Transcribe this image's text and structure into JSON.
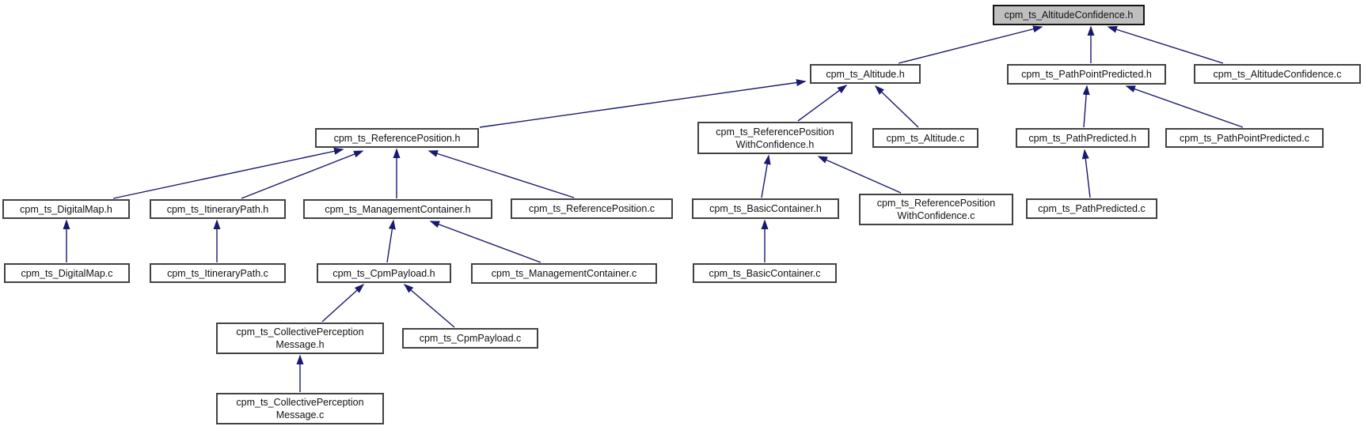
{
  "graph": {
    "title": "cpm_ts_AltitudeConfidence.h include dependency graph",
    "colors": {
      "edge": "#191970",
      "node_border": "#424242",
      "highlight_fill": "#bfbfbf",
      "node_fill": "#ffffff",
      "text": "#111111"
    },
    "nodes": [
      {
        "id": "altconf_h",
        "lines": [
          "cpm_ts_AltitudeConfidence.h"
        ],
        "highlighted": true
      },
      {
        "id": "altitude_h",
        "lines": [
          "cpm_ts_Altitude.h"
        ],
        "highlighted": false
      },
      {
        "id": "ppp_h",
        "lines": [
          "cpm_ts_PathPointPredicted.h"
        ],
        "highlighted": false
      },
      {
        "id": "altconf_c",
        "lines": [
          "cpm_ts_AltitudeConfidence.c"
        ],
        "highlighted": false
      },
      {
        "id": "refpos_h",
        "lines": [
          "cpm_ts_ReferencePosition.h"
        ],
        "highlighted": false
      },
      {
        "id": "rpwc_h",
        "lines": [
          "cpm_ts_ReferencePosition",
          "WithConfidence.h"
        ],
        "highlighted": false
      },
      {
        "id": "altitude_c",
        "lines": [
          "cpm_ts_Altitude.c"
        ],
        "highlighted": false
      },
      {
        "id": "pathpred_h",
        "lines": [
          "cpm_ts_PathPredicted.h"
        ],
        "highlighted": false
      },
      {
        "id": "ppp_c",
        "lines": [
          "cpm_ts_PathPointPredicted.c"
        ],
        "highlighted": false
      },
      {
        "id": "digmap_h",
        "lines": [
          "cpm_ts_DigitalMap.h"
        ],
        "highlighted": false
      },
      {
        "id": "itin_h",
        "lines": [
          "cpm_ts_ItineraryPath.h"
        ],
        "highlighted": false
      },
      {
        "id": "mgmt_h",
        "lines": [
          "cpm_ts_ManagementContainer.h"
        ],
        "highlighted": false
      },
      {
        "id": "refpos_c",
        "lines": [
          "cpm_ts_ReferencePosition.c"
        ],
        "highlighted": false
      },
      {
        "id": "basic_h",
        "lines": [
          "cpm_ts_BasicContainer.h"
        ],
        "highlighted": false
      },
      {
        "id": "rpwc_c",
        "lines": [
          "cpm_ts_ReferencePosition",
          "WithConfidence.c"
        ],
        "highlighted": false
      },
      {
        "id": "pathpred_c",
        "lines": [
          "cpm_ts_PathPredicted.c"
        ],
        "highlighted": false
      },
      {
        "id": "digmap_c",
        "lines": [
          "cpm_ts_DigitalMap.c"
        ],
        "highlighted": false
      },
      {
        "id": "itin_c",
        "lines": [
          "cpm_ts_ItineraryPath.c"
        ],
        "highlighted": false
      },
      {
        "id": "cpmpay_h",
        "lines": [
          "cpm_ts_CpmPayload.h"
        ],
        "highlighted": false
      },
      {
        "id": "mgmt_c",
        "lines": [
          "cpm_ts_ManagementContainer.c"
        ],
        "highlighted": false
      },
      {
        "id": "basic_c",
        "lines": [
          "cpm_ts_BasicContainer.c"
        ],
        "highlighted": false
      },
      {
        "id": "cpm_h",
        "lines": [
          "cpm_ts_CollectivePerception",
          "Message.h"
        ],
        "highlighted": false
      },
      {
        "id": "cpmpay_c",
        "lines": [
          "cpm_ts_CpmPayload.c"
        ],
        "highlighted": false
      },
      {
        "id": "cpm_c",
        "lines": [
          "cpm_ts_CollectivePerception",
          "Message.c"
        ],
        "highlighted": false
      }
    ],
    "edges": [
      {
        "from": "altitude_h",
        "to": "altconf_h"
      },
      {
        "from": "ppp_h",
        "to": "altconf_h"
      },
      {
        "from": "altconf_c",
        "to": "altconf_h"
      },
      {
        "from": "refpos_h",
        "to": "altitude_h"
      },
      {
        "from": "rpwc_h",
        "to": "altitude_h"
      },
      {
        "from": "altitude_c",
        "to": "altitude_h"
      },
      {
        "from": "pathpred_h",
        "to": "ppp_h"
      },
      {
        "from": "ppp_c",
        "to": "ppp_h"
      },
      {
        "from": "digmap_h",
        "to": "refpos_h"
      },
      {
        "from": "itin_h",
        "to": "refpos_h"
      },
      {
        "from": "mgmt_h",
        "to": "refpos_h"
      },
      {
        "from": "refpos_c",
        "to": "refpos_h"
      },
      {
        "from": "digmap_c",
        "to": "digmap_h"
      },
      {
        "from": "itin_c",
        "to": "itin_h"
      },
      {
        "from": "cpmpay_h",
        "to": "mgmt_h"
      },
      {
        "from": "mgmt_c",
        "to": "mgmt_h"
      },
      {
        "from": "basic_h",
        "to": "rpwc_h"
      },
      {
        "from": "rpwc_c",
        "to": "rpwc_h"
      },
      {
        "from": "basic_c",
        "to": "basic_h"
      },
      {
        "from": "cpm_h",
        "to": "cpmpay_h"
      },
      {
        "from": "cpmpay_c",
        "to": "cpmpay_h"
      },
      {
        "from": "cpm_c",
        "to": "cpm_h"
      },
      {
        "from": "pathpred_c",
        "to": "pathpred_h"
      }
    ]
  }
}
